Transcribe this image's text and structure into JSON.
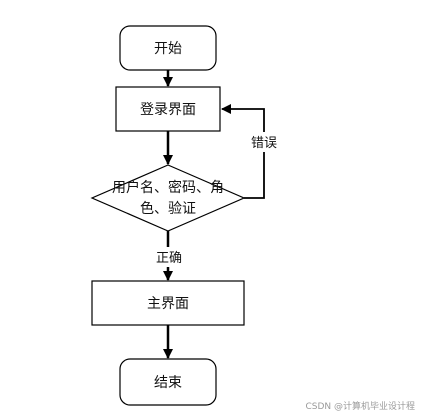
{
  "flowchart": {
    "nodes": {
      "start": {
        "label": "开始"
      },
      "login": {
        "label": "登录界面"
      },
      "verify": {
        "line1": "用户名、密码、角",
        "line2": "色、验证"
      },
      "main": {
        "label": "主界面"
      },
      "end": {
        "label": "结束"
      }
    },
    "edges": {
      "error_label": "错误",
      "correct_label": "正确"
    }
  },
  "watermark": "CSDN @计算机毕业设计程"
}
